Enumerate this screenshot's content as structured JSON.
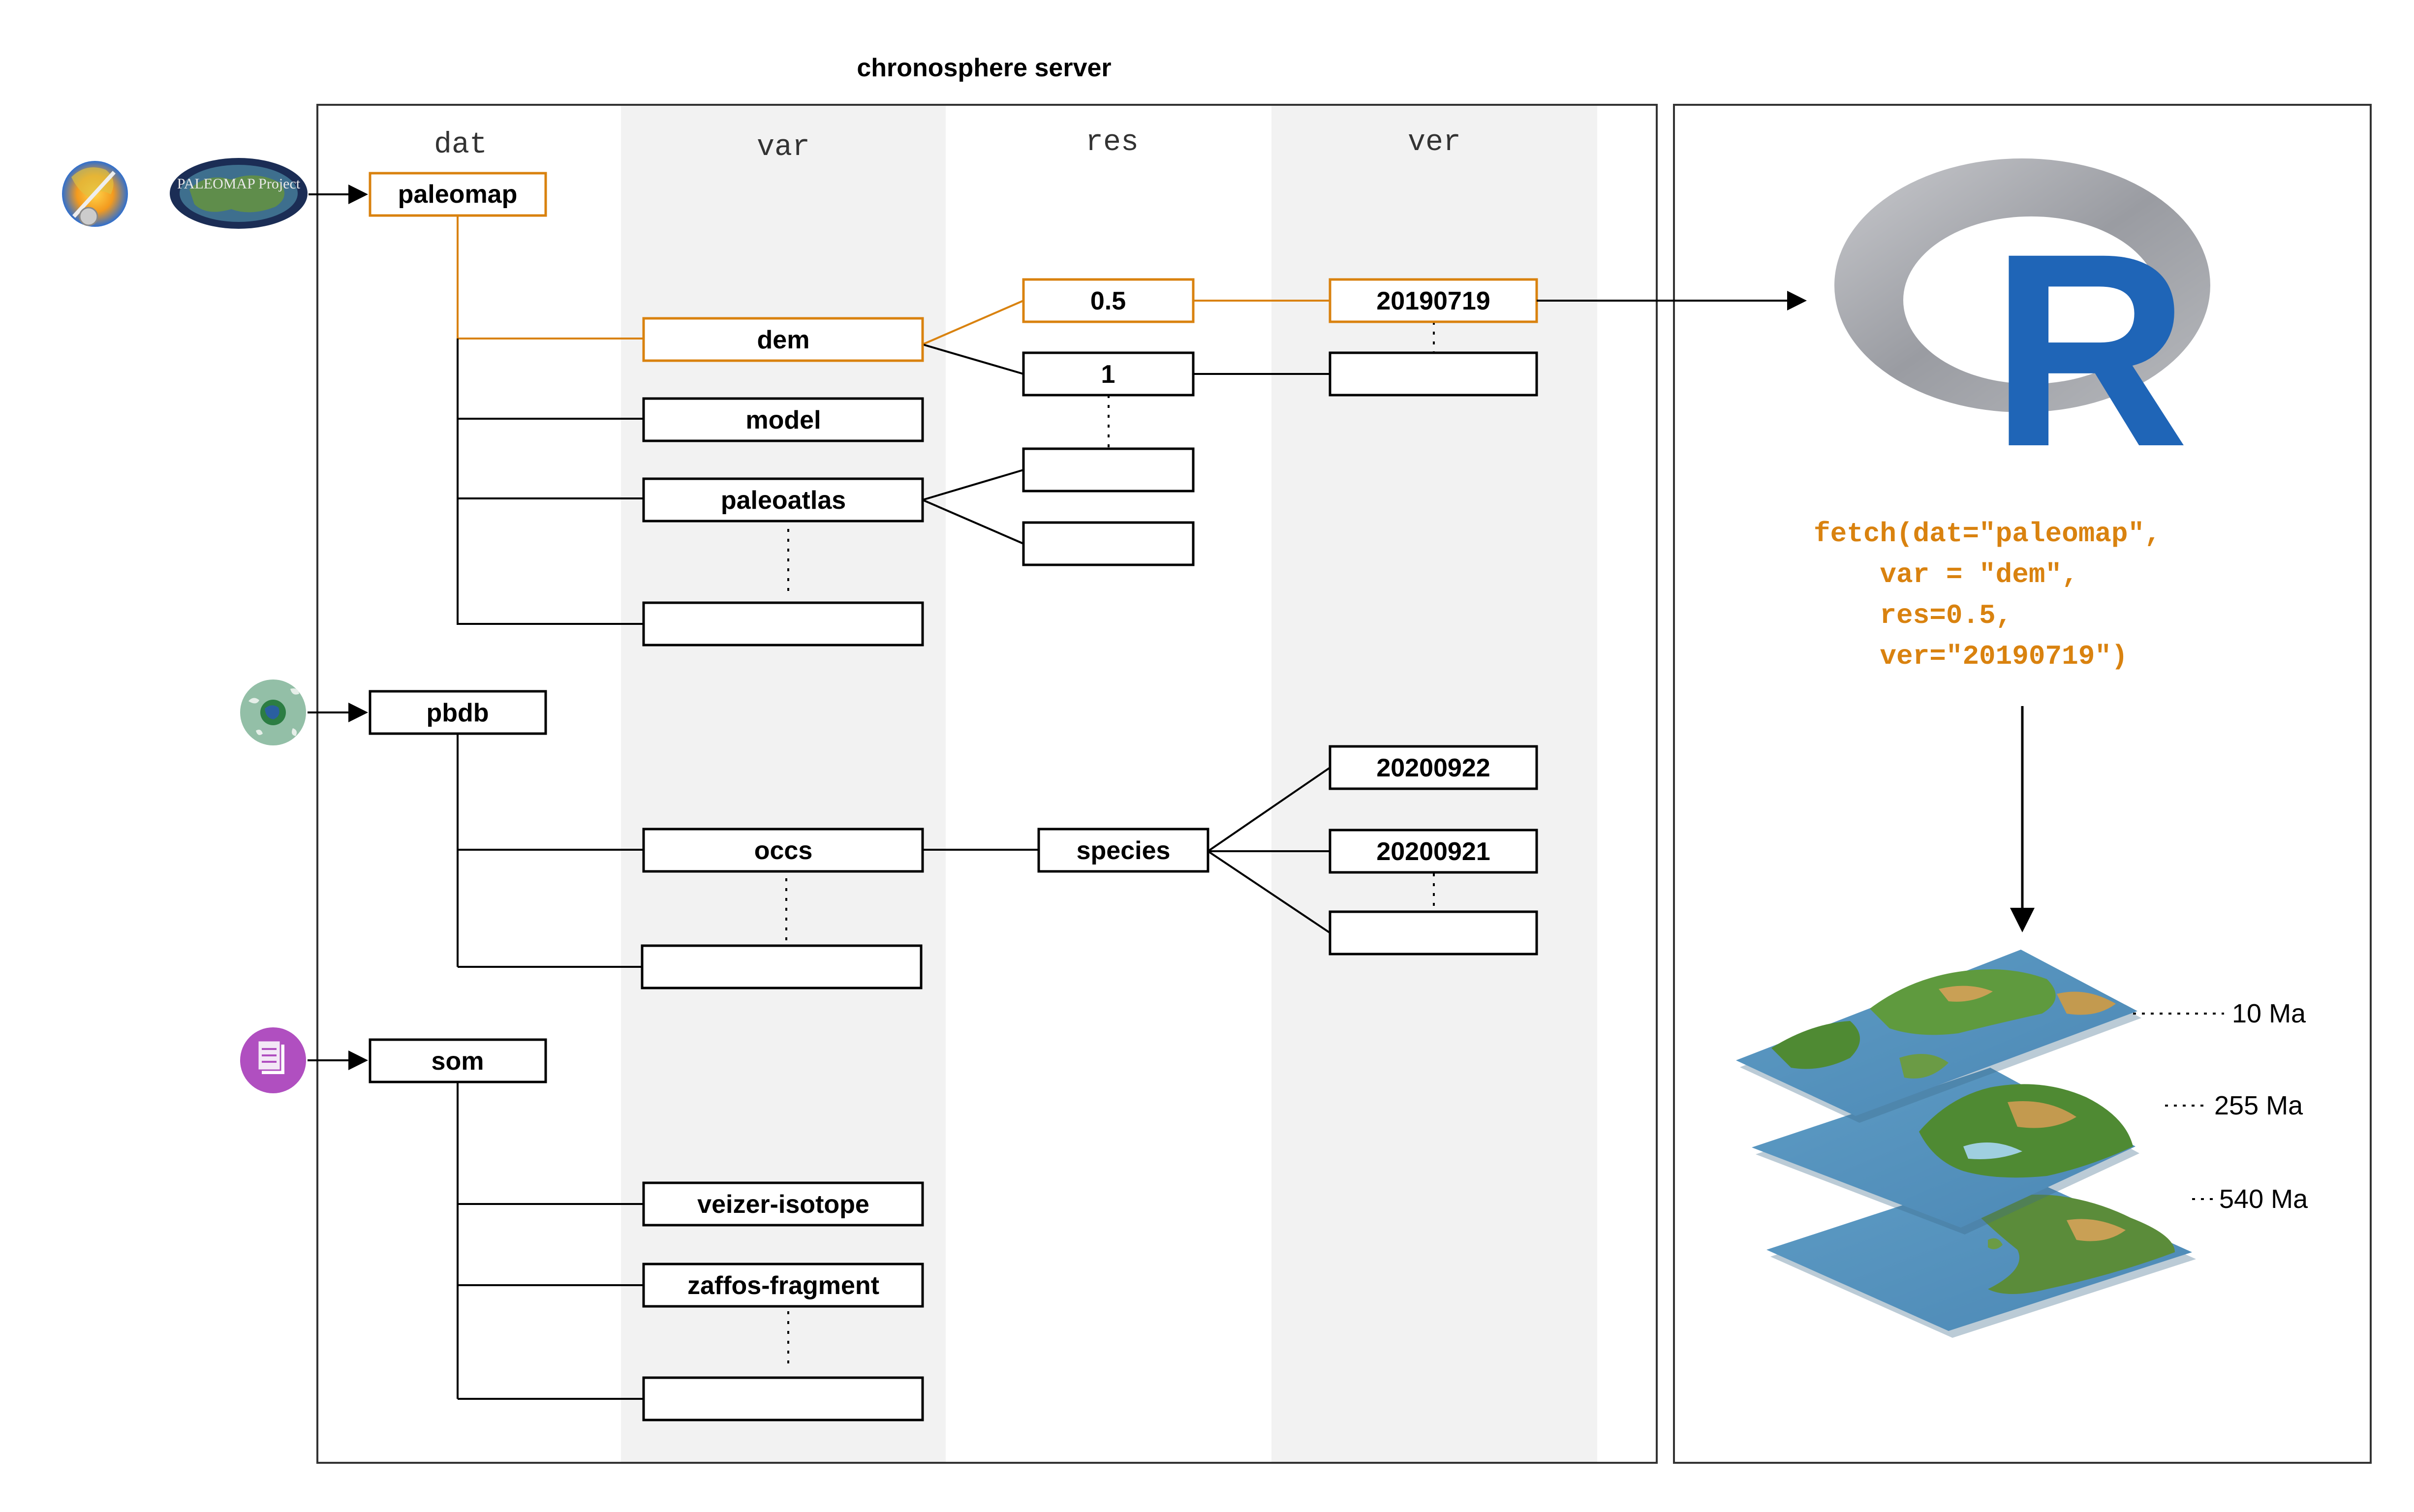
{
  "title": "chronosphere server",
  "columns": [
    "dat",
    "var",
    "res",
    "ver"
  ],
  "colors": {
    "highlight": "#d9820f",
    "box": "#000000",
    "band": "#f2f2f2",
    "r_blue": "#1f65b7",
    "r_ring": "#a9abb0"
  },
  "icons": {
    "paleomap": [
      "globe-icon",
      "paleomap-project-logo"
    ],
    "pbdb": "pbdb-globe-icon",
    "som": "document-icon"
  },
  "nodes": {
    "paleomap": "paleomap",
    "dem": "dem",
    "model": "model",
    "paleoatlas": "paleoatlas",
    "res_05": "0.5",
    "res_1": "1",
    "ver_20190719": "20190719",
    "pbdb": "pbdb",
    "occs": "occs",
    "species": "species",
    "ver_20200922": "20200922",
    "ver_20200921": "20200921",
    "som": "som",
    "veizer": "veizer-isotope",
    "zaffos": "zaffos-fragment"
  },
  "logo_text": "PALEOMAP Project",
  "code_lines": [
    "fetch(dat=\"paleomap\",",
    "    var = \"dem\",",
    "    res=0.5,",
    "    ver=\"20190719\")"
  ],
  "layers": [
    "10 Ma",
    "255 Ma",
    "540 Ma"
  ]
}
